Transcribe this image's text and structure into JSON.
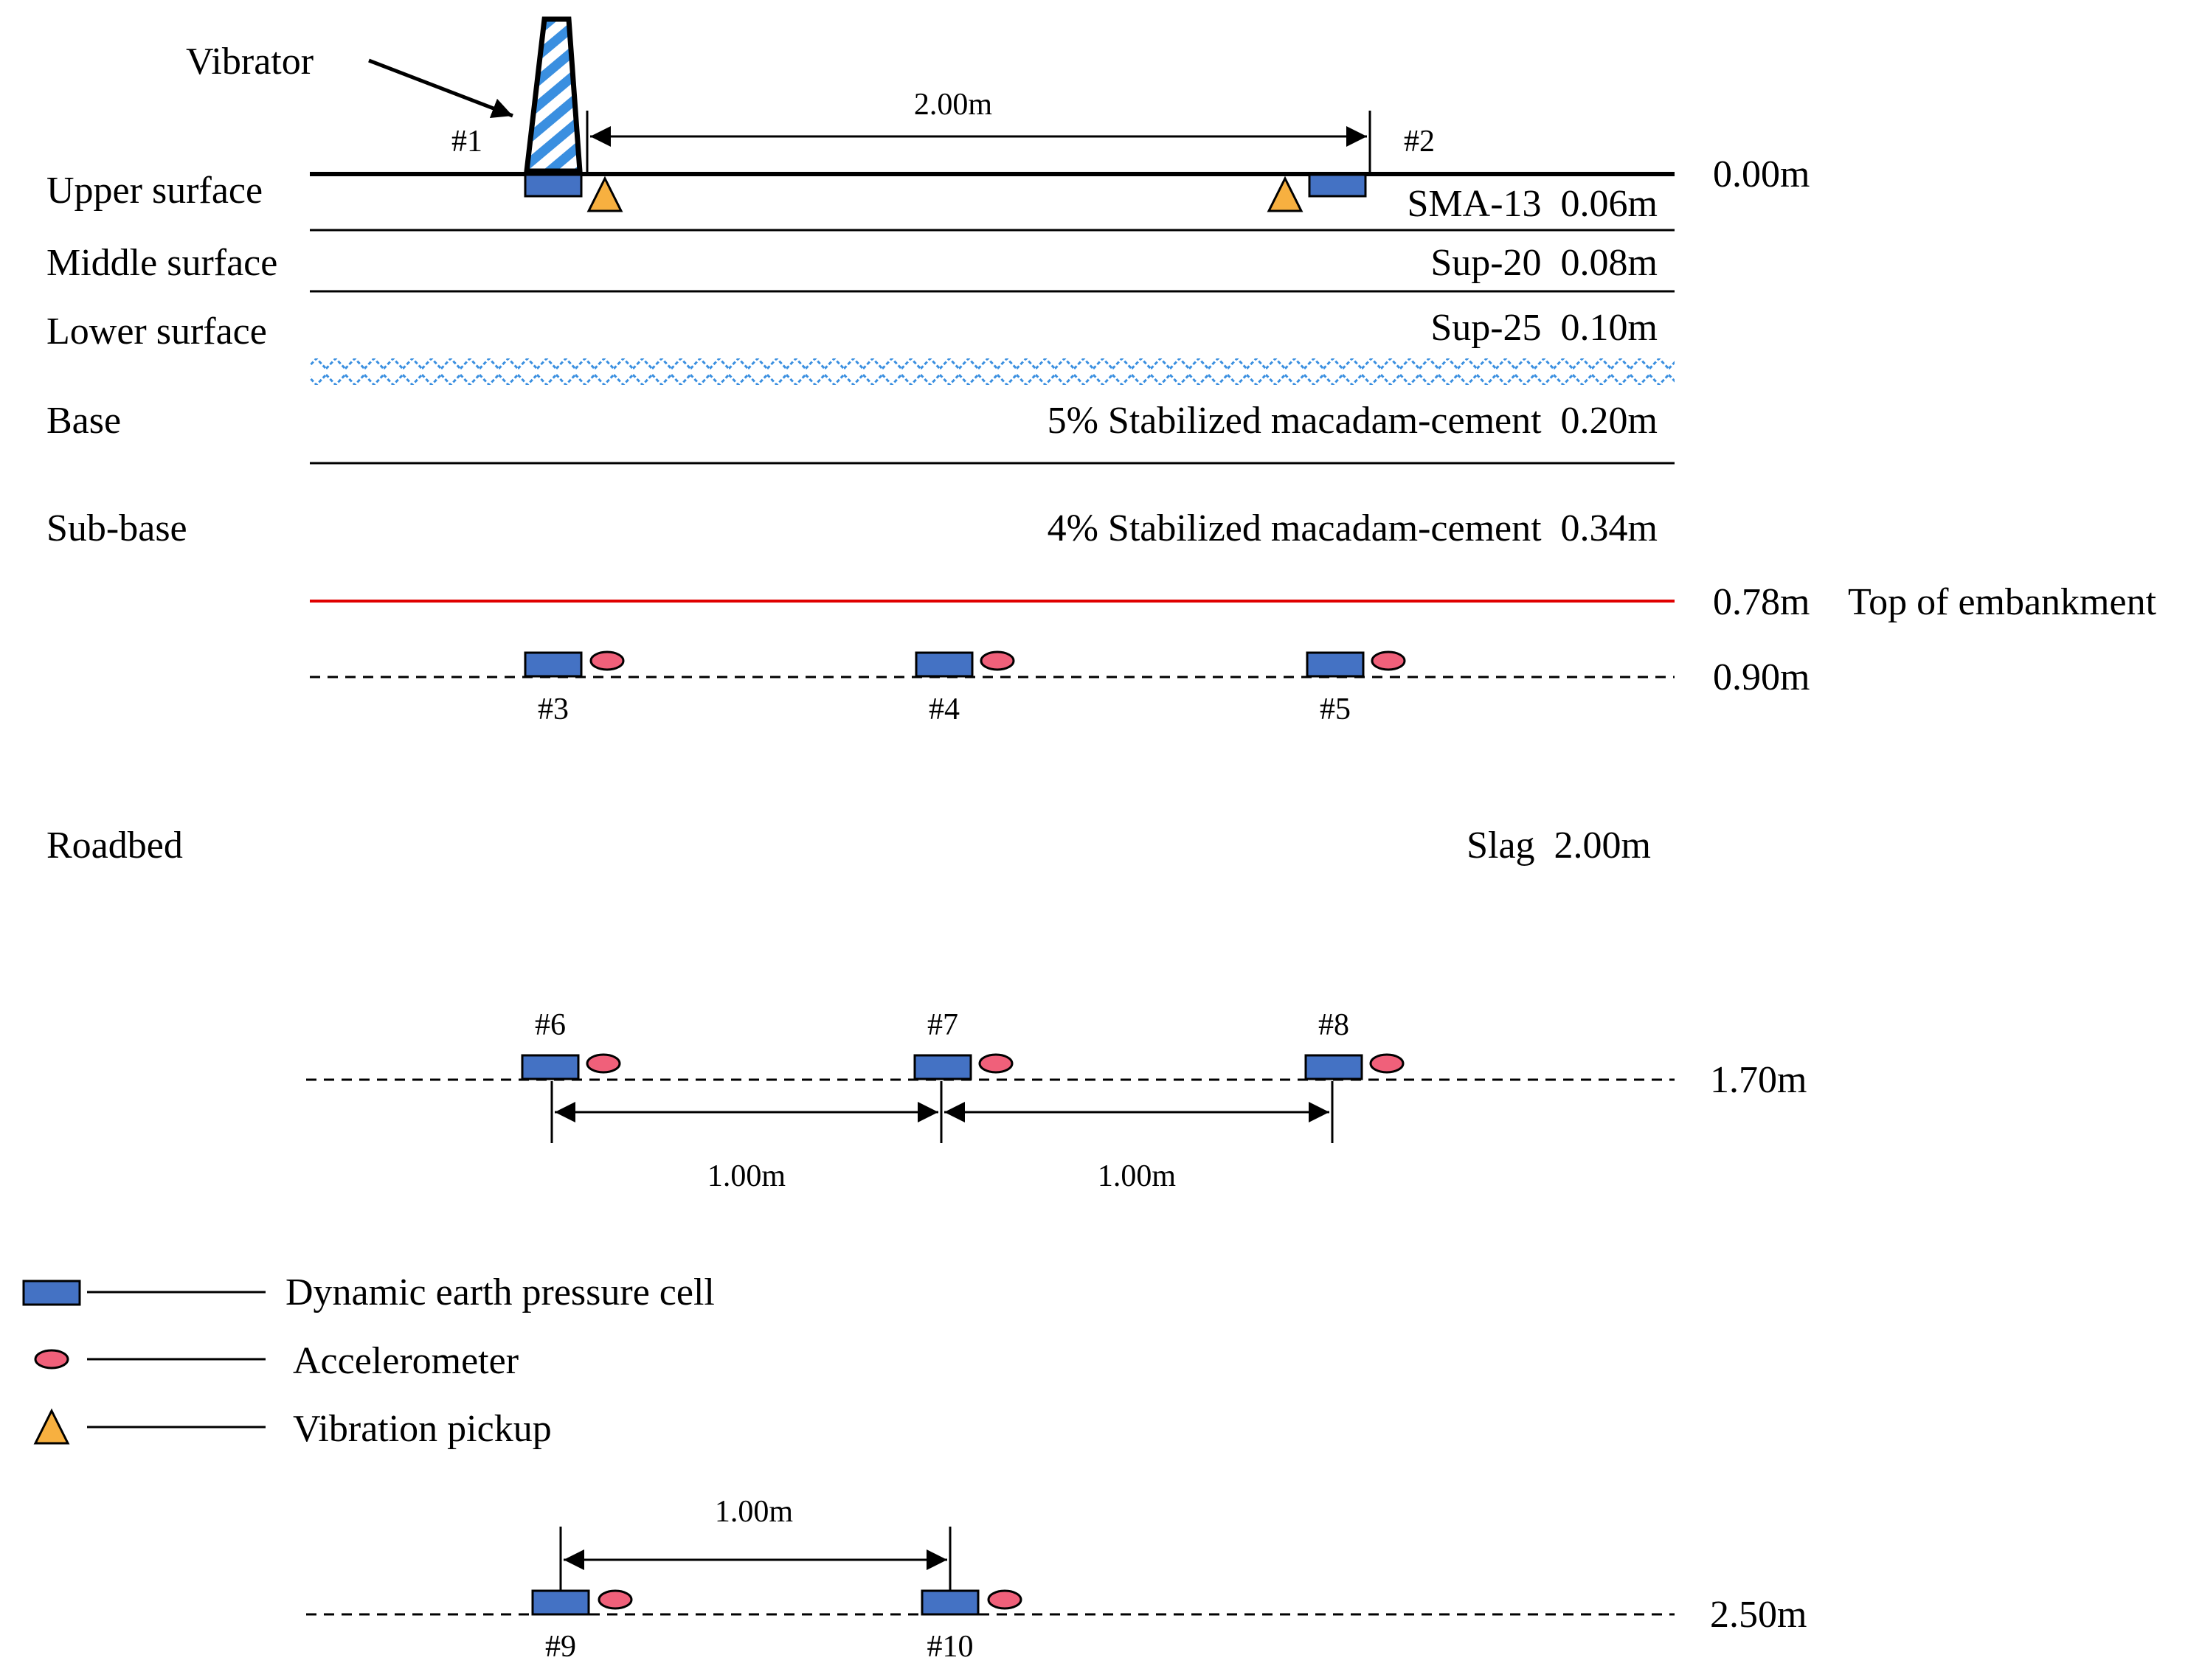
{
  "vibrator": {
    "label": "Vibrator"
  },
  "distances": {
    "top_span": "2.00m",
    "mid_span_left": "1.00m",
    "mid_span_right": "1.00m",
    "bottom_span": "1.00m"
  },
  "layers": [
    {
      "name": "Upper surface",
      "material": "SMA-13  0.06m"
    },
    {
      "name": "Middle surface",
      "material": "Sup-20  0.08m"
    },
    {
      "name": "Lower surface",
      "material": "Sup-25  0.10m"
    },
    {
      "name": "Base",
      "material": "5% Stabilized macadam-cement  0.20m"
    },
    {
      "name": "Sub-base",
      "material": "4% Stabilized macadam-cement  0.34m"
    },
    {
      "name": "Roadbed",
      "material": "Slag  2.00m"
    }
  ],
  "depths": {
    "d0": "0.00m",
    "d1": "0.78m",
    "d1_note": "Top of embankment",
    "d2": "0.90m",
    "d3": "1.70m",
    "d4": "2.50m"
  },
  "sensors": {
    "s1": "#1",
    "s2": "#2",
    "s3": "#3",
    "s4": "#4",
    "s5": "#5",
    "s6": "#6",
    "s7": "#7",
    "s8": "#8",
    "s9": "#9",
    "s10": "#10"
  },
  "legend": {
    "pressure_cell": "Dynamic earth pressure cell",
    "accelerometer": "Accelerometer",
    "vibration_pickup": "Vibration pickup"
  },
  "colors": {
    "pressure_cell": "#4472C4",
    "accelerometer": "#F0607A",
    "vibration_pickup": "#F7B040",
    "embankment_line": "#E00000",
    "hatch": "#3A8FE0"
  }
}
